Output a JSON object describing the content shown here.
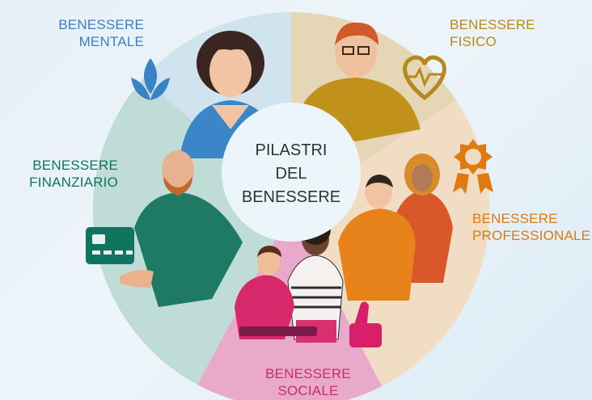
{
  "center": {
    "line1": "PILASTRI",
    "line2": "DEL",
    "line3": "BENESSERE"
  },
  "pillars": [
    {
      "id": "mentale",
      "label": "BENESSERE\nMENTALE",
      "color": "#3f7fc0",
      "icon": "lotus-icon"
    },
    {
      "id": "fisico",
      "label": "BENESSERE\nFISICO",
      "color": "#b5891a",
      "icon": "heart-pulse-icon"
    },
    {
      "id": "professionale",
      "label": "BENESSERE\nPROFESSIONALE",
      "color": "#e07a10",
      "icon": "award-badge-icon"
    },
    {
      "id": "sociale",
      "label": "BENESSERE\nSOCIALE",
      "color": "#cc2a6e",
      "icon": "thumbs-up-icon"
    },
    {
      "id": "finanziario",
      "label": "BENESSERE\nFINANZIARIO",
      "color": "#0f7560",
      "icon": "credit-card-icon"
    }
  ]
}
